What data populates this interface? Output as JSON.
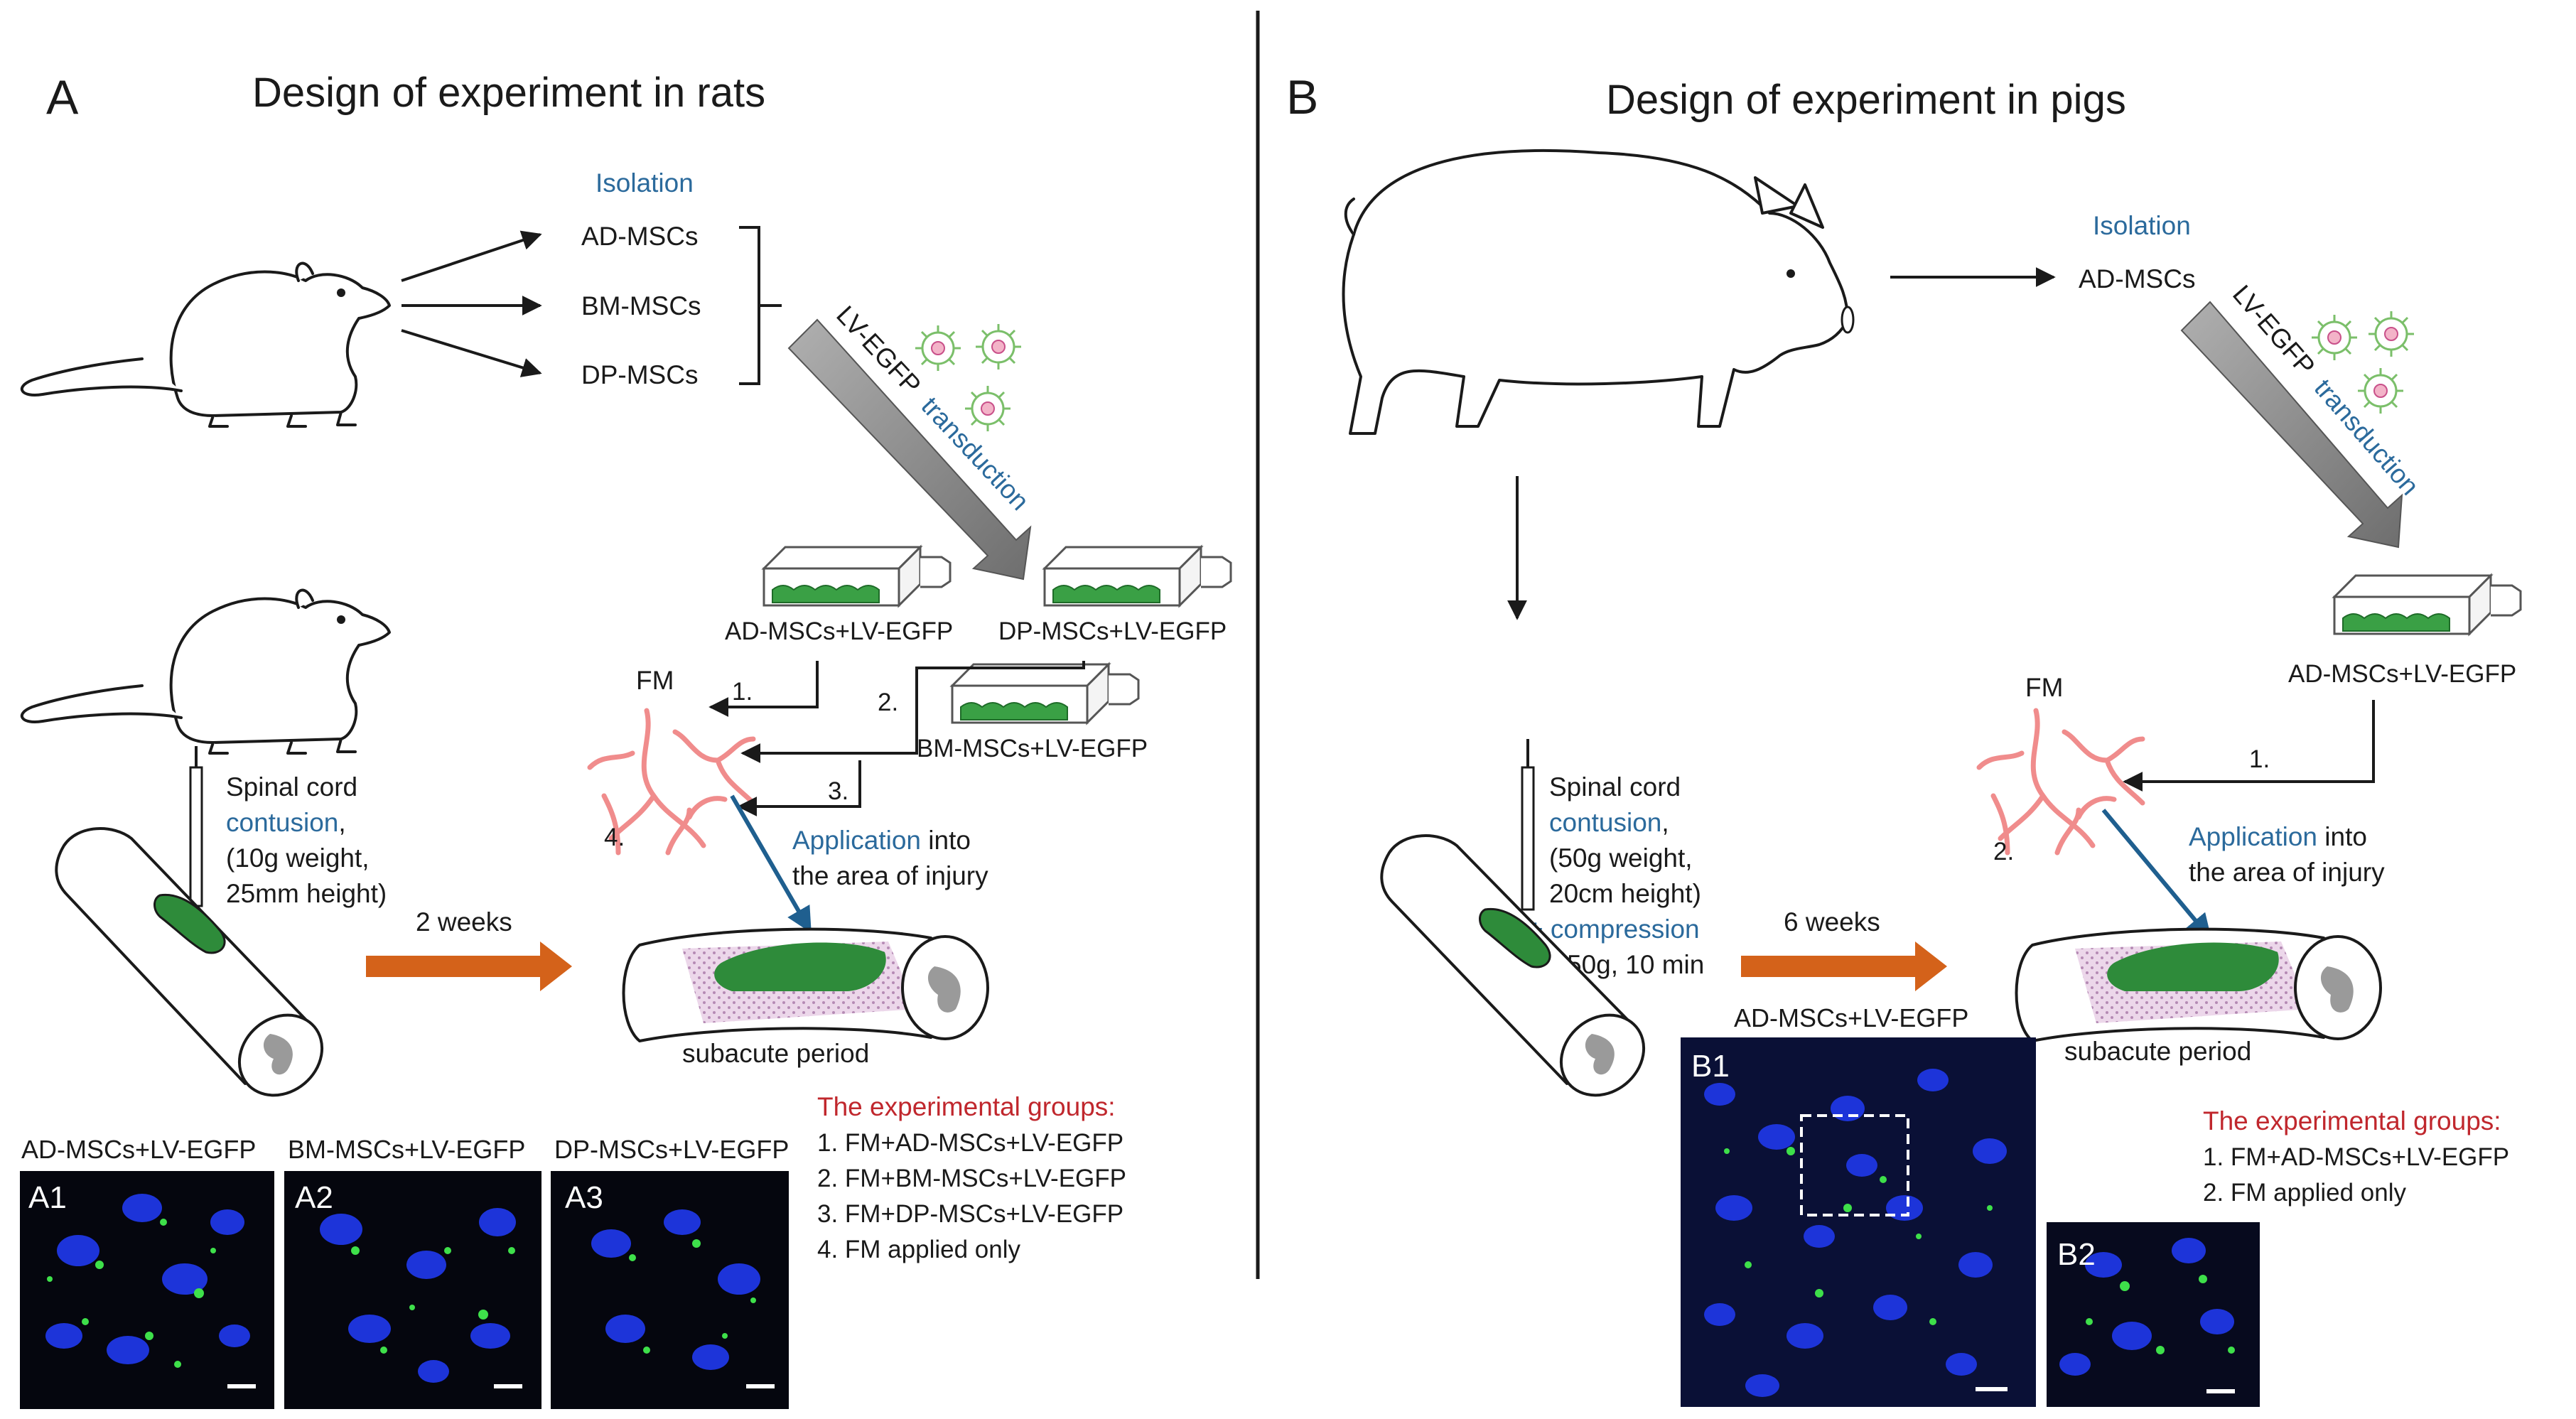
{
  "panel_a": {
    "letter": "A",
    "title": "Design of experiment in rats",
    "isolation_label": "Isolation",
    "cell_types": [
      "AD-MSCs",
      "BM-MSCs",
      "DP-MSCs"
    ],
    "transduction": {
      "prefix": "LV-EGFP",
      "suffix": "transduction"
    },
    "flask_labels": [
      "AD-MSCs+LV-EGFP",
      "DP-MSCs+LV-EGFP",
      "BM-MSCs+LV-EGFP"
    ],
    "fm_label": "FM",
    "route_numbers": [
      "1.",
      "2.",
      "3.",
      "4."
    ],
    "injury": {
      "line1": "Spinal cord",
      "line2": "contusion",
      "line2_tail": ",",
      "line3": "(10g weight,",
      "line4": "25mm height)"
    },
    "timing": "2 weeks",
    "application": {
      "word": "Application",
      "rest": " into",
      "line2": "the area of injury"
    },
    "period": "subacute period",
    "groups_title": "The experimental groups:",
    "groups": [
      "1. FM+AD-MSCs+LV-EGFP",
      "2. FM+BM-MSCs+LV-EGFP",
      "3. FM+DP-MSCs+LV-EGFP",
      "4. FM applied only"
    ],
    "micrographs": [
      {
        "title": "AD-MSCs+LV-EGFP",
        "label": "A1"
      },
      {
        "title": "BM-MSCs+LV-EGFP",
        "label": "A2"
      },
      {
        "title": "DP-MSCs+LV-EGFP",
        "label": "A3"
      }
    ]
  },
  "panel_b": {
    "letter": "B",
    "title": "Design of experiment in pigs",
    "isolation_label": "Isolation",
    "cell_type": "AD-MSCs",
    "transduction": {
      "prefix": "LV-EGFP",
      "suffix": "transduction"
    },
    "flask_label": "AD-MSCs+LV-EGFP",
    "fm_label": "FM",
    "route_numbers": [
      "1.",
      "2."
    ],
    "injury": {
      "line1": "Spinal cord",
      "line2": "contusion",
      "line2_tail": ",",
      "line3": "(50g weight,",
      "line4": "20cm height)",
      "line5": "+ compression",
      "line6": "50g, 10 min"
    },
    "timing": "6 weeks",
    "application": {
      "word": "Application",
      "rest": " into",
      "line2": "the area of injury"
    },
    "period": "subacute period",
    "groups_title": "The experimental groups:",
    "groups": [
      "1. FM+AD-MSCs+LV-EGFP",
      "2. FM applied only"
    ],
    "micrograph_title": "AD-MSCs+LV-EGFP",
    "micrograph_labels": [
      "B1",
      "B2"
    ]
  },
  "colors": {
    "text_blue": "#2b6a9c",
    "text_red": "#c0272d",
    "orange_arrow": "#d4621a",
    "gray_arrow": "#8c8c8c",
    "scaffold_pink": "#f08c8c",
    "cells_green": "#2e8b3a",
    "nuclei_blue": "#1a2fd6",
    "egfp_green": "#3ee04a"
  }
}
